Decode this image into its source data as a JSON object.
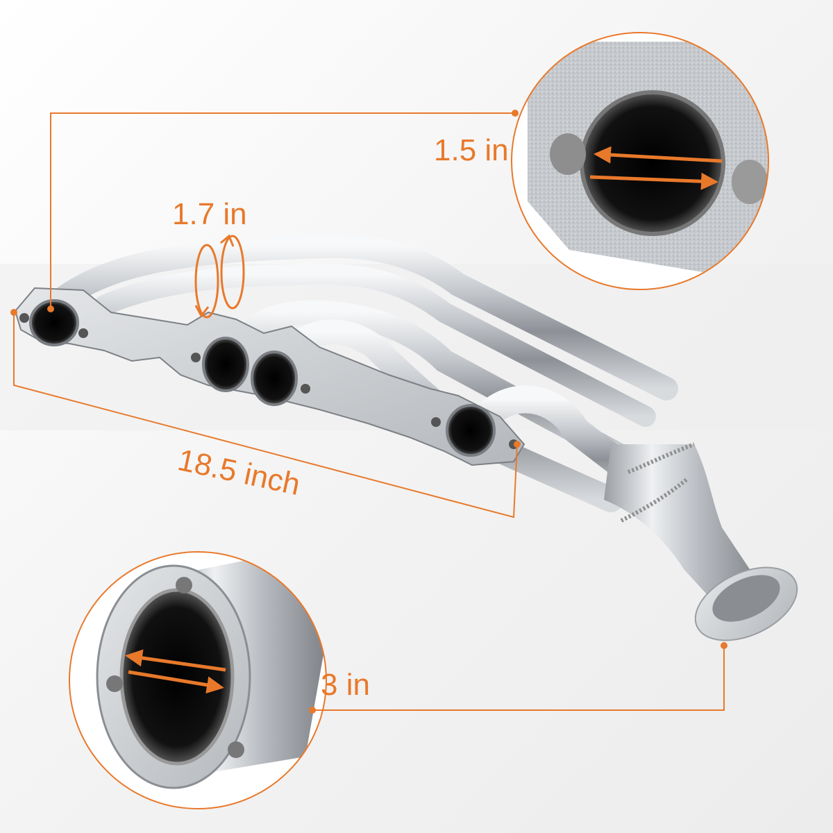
{
  "accent_color": "#e8792b",
  "metal_color": "#c9ccd0",
  "text_color": "#1a1a1a",
  "labels": {
    "primary_tube": "1.7 in",
    "inlet_port": "1.5 in",
    "length": "18.5 inch",
    "outlet_flange": "3 in"
  }
}
